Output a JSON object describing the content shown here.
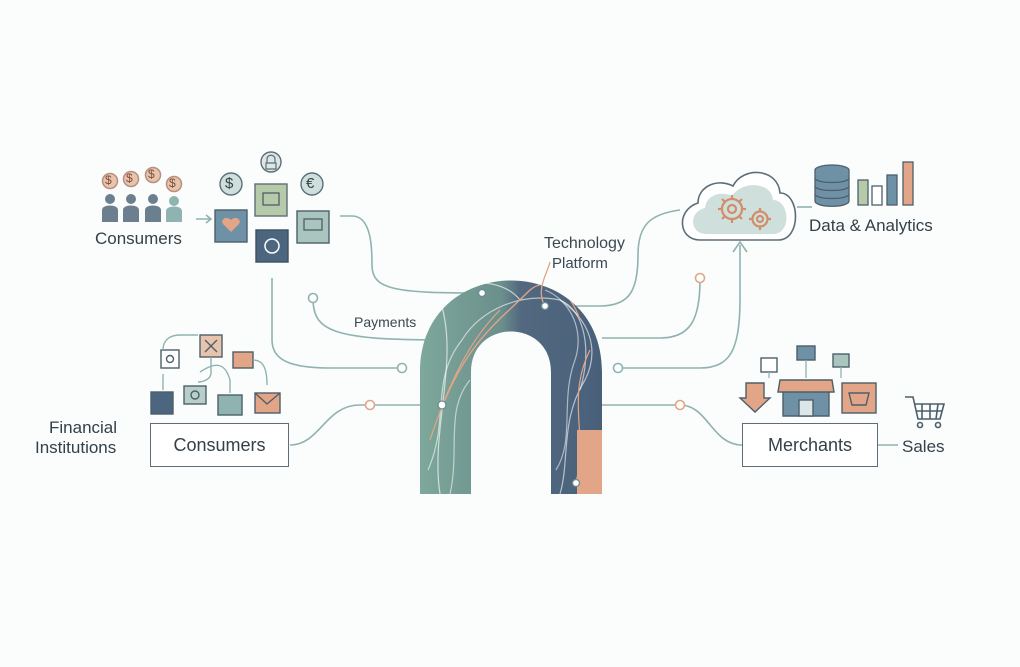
{
  "labels": {
    "consumers_top": "Consumers",
    "technology_platform_line1": "Technology",
    "technology_platform_line2": "Platform",
    "payments": "Payments",
    "data_analytics": "Data & Analytics",
    "financial_institutions_line1": "Financial",
    "financial_institutions_line2": "Institutions",
    "consumers_box": "Consumers",
    "merchants_box": "Merchants",
    "sales": "Sales"
  },
  "icons": {
    "coin_symbols": [
      "$",
      "$",
      "$",
      "$"
    ],
    "dollar_coin": "$",
    "euro_coin": "€",
    "lock": "lock-icon",
    "gear": "gear-icon",
    "cloud": "cloud-icon",
    "database": "database-icon",
    "bar_chart": "bar-chart-icon",
    "cart": "shopping-cart-icon",
    "store": "storefront-icon"
  },
  "colors": {
    "arch_green": "#7a9f94",
    "arch_slate": "#4d6680",
    "accent_orange": "#e2a587",
    "line_teal": "#8fb3b0",
    "box_border": "#5d6e78",
    "text": "#33414a"
  }
}
